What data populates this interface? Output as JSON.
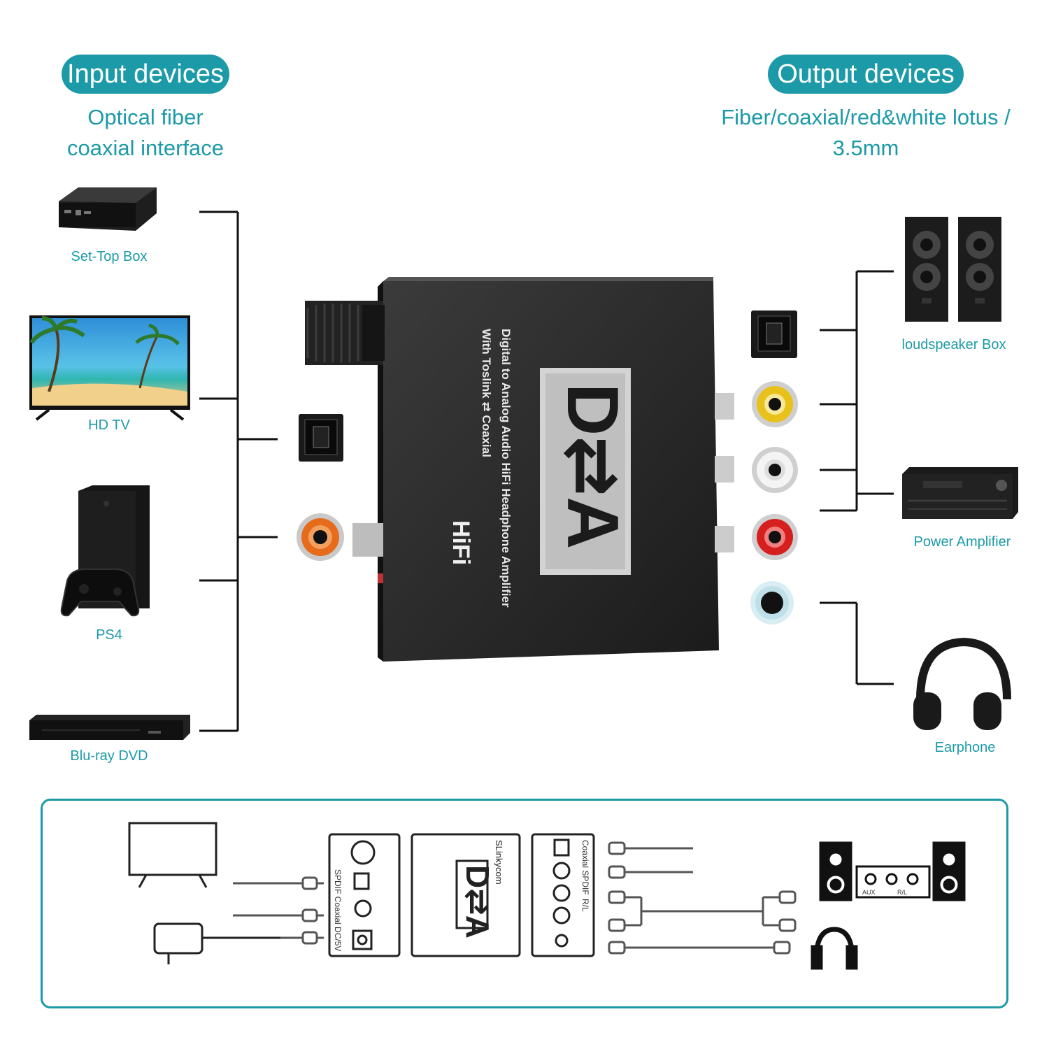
{
  "headers": {
    "input_title": "Input devices",
    "input_sub_1": "Optical fiber",
    "input_sub_2": "coaxial interface",
    "output_title": "Output devices",
    "output_sub_1": "Fiber/coaxial/red&white lotus /",
    "output_sub_2": "3.5mm"
  },
  "input_devices": [
    {
      "label": "Set-Top Box",
      "icon": "set-top-box-icon"
    },
    {
      "label": "HD TV",
      "icon": "tv-icon"
    },
    {
      "label": "PS4",
      "icon": "game-console-icon"
    },
    {
      "label": "Blu-ray DVD",
      "icon": "bluray-player-icon"
    }
  ],
  "output_devices": [
    {
      "label": "loudspeaker Box",
      "icon": "speaker-icon"
    },
    {
      "label": "Power Amplifier",
      "icon": "amplifier-icon"
    },
    {
      "label": "Earphone",
      "icon": "headphones-icon"
    }
  ],
  "device": {
    "top_line_1": "Digital to Analog Audio HiFi Headphone Amplifier",
    "top_line_2": "With Toslink ⇄ Coaxial",
    "hifi": "HiFi",
    "logo": "D⇄A"
  },
  "wiring": {
    "panel_input_labels": "SPDIF  Coaxial  DC/5V",
    "brand": "SLinkycom",
    "panel_output_label_1": "Coaxial SPDIF",
    "panel_output_label_2": "R/L",
    "amp_aux": "AUX",
    "amp_rl": "R/L"
  },
  "colors": {
    "accent": "#1c9aa8",
    "device_body": "#2a2a2a"
  }
}
